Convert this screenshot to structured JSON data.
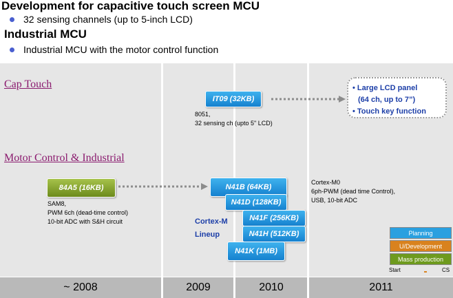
{
  "header": {
    "title1": "Development for capacitive touch screen MCU",
    "bullet1": "32 sensing channels (up to 5-inch LCD)",
    "title2": "Industrial MCU",
    "bullet2": "Industrial MCU with the motor control function"
  },
  "sections": {
    "cap_touch": "Cap Touch",
    "motor": "Motor Control & Industrial"
  },
  "chips": {
    "it09": "IT09 (32KB)",
    "a845": "84A5 (16KB)",
    "n41b": "N41B (64KB)",
    "n41d": "N41D (128KB)",
    "n41f": "N41F (256KB)",
    "n41h": "N41H (512KB)",
    "n41k": "N41K (1MB)"
  },
  "notes": {
    "it09": [
      "8051,",
      "32 sensing ch (upto 5\" LCD)"
    ],
    "a845": [
      "SAM8,",
      "PWM 6ch (dead-time control)",
      "10-bit ADC with S&H circuit"
    ],
    "cortex": [
      "Cortex-M0",
      "6ph-PWM (dead time Control),",
      "USB, 10-bit ADC"
    ]
  },
  "callout": {
    "line1": "• Large LCD panel",
    "line2": "(64 ch, up to 7”)",
    "line3": "• Touch key function"
  },
  "lineup": {
    "line1": "Cortex-M",
    "line2": "Lineup"
  },
  "legend": {
    "planning": "Planning",
    "development": "U/Development",
    "mass": "Mass production",
    "start": "Start",
    "cs": "CS"
  },
  "years": [
    "~ 2008",
    "2009",
    "2010",
    "2011"
  ],
  "colors": {
    "chip_blue": "#1c8fdb",
    "chip_green": "#7a9a26",
    "legend_planning": "#2aa0e0",
    "legend_development": "#d9821e",
    "legend_mass": "#6e9a1e",
    "link": "#8a1a6e",
    "callout_text": "#1d3fa8"
  }
}
